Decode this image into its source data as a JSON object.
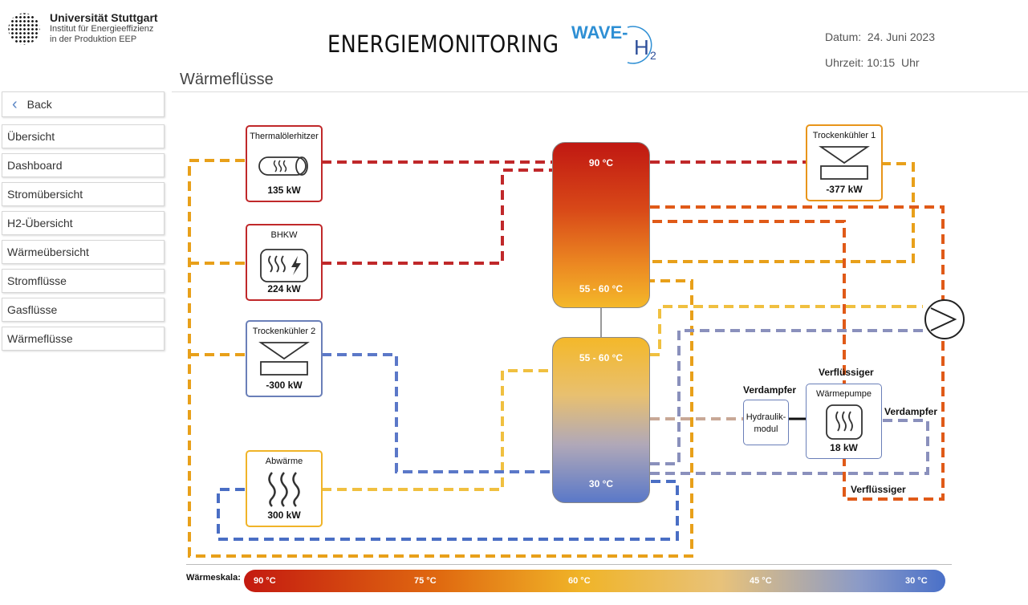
{
  "header": {
    "university": "Universität Stuttgart",
    "institute_line1": "Institut für Energieeffizienz",
    "institute_line2": "in der Produktion EEP",
    "app_title": "ENERGIEMONITORING",
    "wave_logo_text": "WAVE-",
    "wave_logo_h": "H",
    "wave_logo_sub": "2",
    "date_label": "Datum:",
    "date_value": "24. Juni 2023",
    "time_label": "Uhrzeit:",
    "time_value": "10:15",
    "time_unit": "Uhr"
  },
  "page_title": "Wärmeflüsse",
  "sidebar": {
    "back_label": "Back",
    "items": [
      {
        "label": "Übersicht"
      },
      {
        "label": "Dashboard"
      },
      {
        "label": "Stromübersicht"
      },
      {
        "label": "H2-Übersicht"
      },
      {
        "label": "Wärmeübersicht"
      },
      {
        "label": "Stromflüsse"
      },
      {
        "label": "Gasflüsse"
      },
      {
        "label": "Wärmeflüsse"
      }
    ]
  },
  "sources": {
    "thermal_heater": {
      "label": "Thermalölerhitzer",
      "value": "135 kW",
      "color": "#c0282a"
    },
    "bhkw": {
      "label": "BHKW",
      "value": "224 kW",
      "color": "#c0282a"
    },
    "dry_cooler_2": {
      "label": "Trockenkühler 2",
      "value": "-300 kW",
      "color": "#6a7fb8"
    },
    "waste_heat": {
      "label": "Abwärme",
      "value": "300 kW",
      "color": "#f0b428"
    },
    "dry_cooler_1": {
      "label": "Trockenkühler 1",
      "value": "-377 kW",
      "color": "#e8951a"
    }
  },
  "tanks": {
    "upper_top": "90 °C",
    "upper_bottom": "55 - 60  °C",
    "lower_top": "55 - 60  °C",
    "lower_bottom": "30 °C"
  },
  "heat_pump": {
    "label": "Wärmepumpe",
    "value": "18 kW",
    "hydraulik_line1": "Hydraulik-",
    "hydraulik_line2": "modul",
    "verdampfer_left": "Verdampfer",
    "verfluessiger_top": "Verflüssiger",
    "verdampfer_right": "Verdampfer",
    "verfluessiger_bottom": "Verflüssiger"
  },
  "scale": {
    "label": "Wärmeskala:",
    "ticks": [
      "90 °C",
      "75 °C",
      "60 °C",
      "45 °C",
      "30 °C"
    ]
  },
  "colors": {
    "red": "#c0282a",
    "orange": "#e05a18",
    "amber": "#e8a01a",
    "yellow": "#f0b830",
    "blue": "#4a6ec4",
    "slate": "#8a90bc",
    "tan": "#c8a896"
  }
}
